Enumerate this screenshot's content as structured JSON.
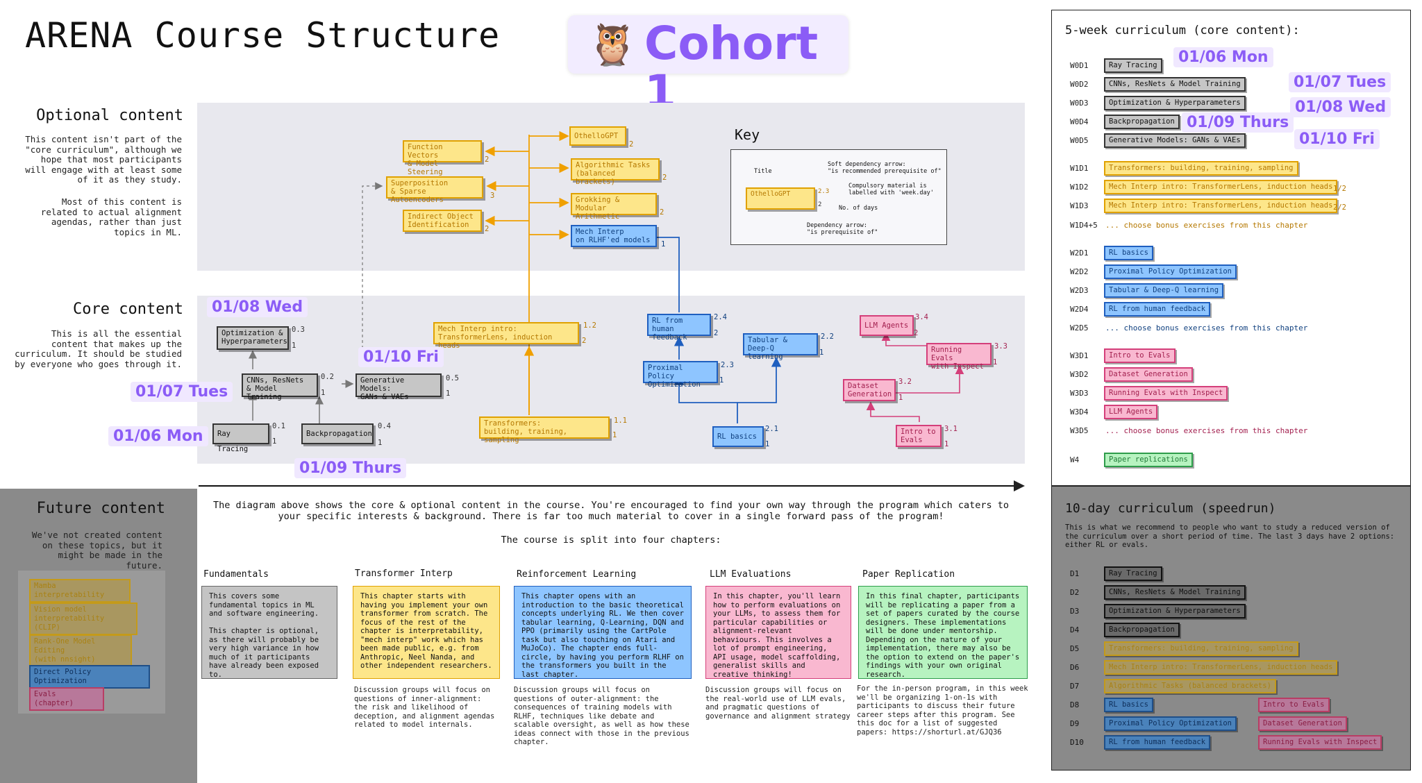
{
  "title": "ARENA Course Structure",
  "cohort": {
    "emoji": "🦉",
    "label": "Cohort 1"
  },
  "optional": {
    "heading": "Optional content",
    "text1": "This content isn't part of the \"core curriculum\", although we hope that most participants will engage with at least some of it as they study.",
    "text2": "Most of this content is related to actual alignment agendas, rather than just topics in ML."
  },
  "core": {
    "heading": "Core content",
    "text": "This is all the essential content that makes up the curriculum. It should be studied by everyone who goes through it."
  },
  "future": {
    "heading": "Future content",
    "text": "We've not created content on these topics, but it might be made in the future.",
    "items": [
      "Mamba interpretability",
      "Vision model\ninterpretability (CLIP)",
      "Rank-One Model Editing\n(with nnsight)",
      "Direct Policy Optimization",
      "Evals (chapter)"
    ]
  },
  "key": {
    "title": "Key",
    "soft_arrow": "Soft dependency arrow:\n\"is recommended prerequisite of\"",
    "title_label": "Title",
    "example_box": "OthelloGPT",
    "example_num": "2.3",
    "example_days": "2",
    "compulsory": "Compulsory material is\nlabelled with 'week.day'",
    "days": "No. of days",
    "dependency": "Dependency arrow:\n\"is prerequisite of\""
  },
  "nodes": {
    "opt_hp": {
      "label": "Optimization &\nHyperparameters",
      "num": "0.3",
      "days": "1"
    },
    "cnns": {
      "label": "CNNs, ResNets\n& Model Training",
      "num": "0.2",
      "days": "1"
    },
    "gen": {
      "label": "Generative Models:\nGANs & VAEs",
      "num": "0.5",
      "days": "1"
    },
    "ray": {
      "label": "Ray Tracing",
      "num": "0.1",
      "days": "1"
    },
    "backprop": {
      "label": "Backpropagation",
      "num": "0.4",
      "days": "1"
    },
    "fv": {
      "label": "Function Vectors\n& Model Steering",
      "days": "2"
    },
    "sae": {
      "label": "Superposition\n& Sparse Autoencoders",
      "days": "3"
    },
    "ioi": {
      "label": "Indirect Object\nIdentification",
      "days": "2"
    },
    "othello": {
      "label": "OthelloGPT",
      "days": "2"
    },
    "algo": {
      "label": "Algorithmic Tasks\n(balanced brackets)",
      "days": "2"
    },
    "grok": {
      "label": "Grokking &\nModular Arithmetic",
      "days": "2"
    },
    "mi_rlhf": {
      "label": "Mech Interp\non RLHF'ed models",
      "days": "1"
    },
    "mi_intro": {
      "label": "Mech Interp intro:\nTransformerLens, induction heads",
      "num": "1.2",
      "days": "2"
    },
    "transformers": {
      "label": "Transformers:\nbuilding, training, sampling",
      "num": "1.1",
      "days": "1"
    },
    "rlhf": {
      "label": "RL from human\nfeedback",
      "num": "2.4",
      "days": "2"
    },
    "ppo": {
      "label": "Proximal Policy\nOptimization",
      "num": "2.3",
      "days": "1"
    },
    "tab": {
      "label": "Tabular &\nDeep-Q learning",
      "num": "2.2",
      "days": "1"
    },
    "rlb": {
      "label": "RL basics",
      "num": "2.1",
      "days": "1"
    },
    "llm": {
      "label": "LLM Agents",
      "num": "3.4",
      "days": "2"
    },
    "rei": {
      "label": "Running Evals\nwith Inspect",
      "num": "3.3",
      "days": "1"
    },
    "dg": {
      "label": "Dataset\nGeneration",
      "num": "3.2",
      "days": "1"
    },
    "ite": {
      "label": "Intro to\nEvals",
      "num": "3.1",
      "days": "1"
    }
  },
  "diagram_dates": [
    "01/08 Wed",
    "01/10 Fri",
    "01/07 Tues",
    "01/06 Mon",
    "01/09 Thurs"
  ],
  "intro": {
    "line1": "The diagram above shows the core & optional content in the course. You're encouraged to find your own way through the program which caters to your specific interests & background. There is far too much material to cover in a single forward pass of the program!",
    "line2": "The course is split into four chapters:"
  },
  "chapters": [
    {
      "title": "Fundamentals",
      "text": "This covers some fundamental topics in ML and software engineering.\n\nThis chapter is optional, as there will probably be very high variance in how much of it participants have already been exposed to.",
      "foot": ""
    },
    {
      "title": "Transformer Interp",
      "text": "This chapter starts with having you implement your own transformer from scratch. The focus of the rest of the chapter is interpretability, &quot;mech interp&quot; work which has been made public, e.g. from Anthropic, Neel Nanda, and other independent researchers.",
      "foot": "Discussion groups will focus on questions of inner-alignment: the risk and likelihood of deception, and alignment agendas related to model internals."
    },
    {
      "title": "Reinforcement Learning",
      "text": "This chapter opens with an introduction to the basic theoretical concepts underlying RL. We then cover tabular learning, Q-Learning, DQN and PPO (primarily using the CartPole task but also touching on Atari and MuJoCo). The chapter ends full-circle, by having you perform RLHF on the transformers you built in the last chapter.",
      "foot": "Discussion groups will focus on questions of outer-alignment: the consequences of training models with RLHF, techniques like debate and scalable oversight, as well as how these ideas connect with those in the previous chapter."
    },
    {
      "title": "LLM Evaluations",
      "text": "In this chapter, you'll learn how to perform evaluations on your LLMs, to assess them for particular capabilities or alignment-relevant behaviours. This involves a lot of prompt engineering, API usage, model scaffolding, generalist skills and creative thinking!",
      "foot": "Discussion groups will focus on the real-world use of LLM evals, and pragmatic questions of governance and alignment strategy"
    },
    {
      "title": "Paper Replication",
      "text": "In this final chapter, participants will be replicating a paper from a set of papers curated by the course designers. These implementations will be done under mentorship. Depending on the nature of your implementation, there may also be the option to extend on the paper's findings with your own original research.",
      "foot": "For the in-person program, in this week we'll be organizing 1-on-1s with participants to discuss their future career steps after this program. See this doc for a list of suggested papers: https://shorturl.at/GJQ36"
    }
  ],
  "week5": {
    "title": "5-week curriculum (core content):",
    "rows": [
      {
        "id": "W0D1",
        "label": "Ray Tracing"
      },
      {
        "id": "W0D2",
        "label": "CNNs, ResNets & Model Training"
      },
      {
        "id": "W0D3",
        "label": "Optimization & Hyperparameters"
      },
      {
        "id": "W0D4",
        "label": "Backpropagation"
      },
      {
        "id": "W0D5",
        "label": "Generative Models: GANs & VAEs"
      },
      {
        "id": "W1D1",
        "label": "Transformers: building, training, sampling"
      },
      {
        "id": "W1D2",
        "label": "Mech Interp intro: TransformerLens, induction heads",
        "frac": "1/2"
      },
      {
        "id": "W1D3",
        "label": "Mech Interp intro: TransformerLens, induction heads",
        "frac": "2/2"
      },
      {
        "id": "W1D4+5",
        "label": "... choose bonus exercises from this chapter"
      },
      {
        "id": "W2D1",
        "label": "RL basics"
      },
      {
        "id": "W2D2",
        "label": "Proximal Policy Optimization"
      },
      {
        "id": "W2D3",
        "label": "Tabular & Deep-Q learning"
      },
      {
        "id": "W2D4",
        "label": "RL from human feedback"
      },
      {
        "id": "W2D5",
        "label": "... choose bonus exercises from this chapter"
      },
      {
        "id": "W3D1",
        "label": "Intro to Evals"
      },
      {
        "id": "W3D2",
        "label": "Dataset Generation"
      },
      {
        "id": "W3D3",
        "label": "Running Evals with Inspect"
      },
      {
        "id": "W3D4",
        "label": "LLM Agents"
      },
      {
        "id": "W3D5",
        "label": "... choose bonus exercises from this chapter"
      },
      {
        "id": "W4",
        "label": "Paper replications"
      }
    ],
    "dates": [
      "01/06 Mon",
      "01/07 Tues",
      "01/08 Wed",
      "01/09 Thurs",
      "01/10 Fri"
    ]
  },
  "speedrun": {
    "title": "10-day curriculum (speedrun)",
    "desc": "This is what we recommend to people who want to study a reduced version of the curriculum over a short period of time. The last 3 days have 2 options: either RL or evals.",
    "rows": [
      {
        "id": "D1",
        "label": "Ray Tracing"
      },
      {
        "id": "D2",
        "label": "CNNs, ResNets & Model Training"
      },
      {
        "id": "D3",
        "label": "Optimization & Hyperparameters"
      },
      {
        "id": "D4",
        "label": "Backpropagation"
      },
      {
        "id": "D5",
        "label": "Transformers: building, training, sampling"
      },
      {
        "id": "D6",
        "label": "Mech Interp intro: TransformerLens, induction heads"
      },
      {
        "id": "D7",
        "label": "Algorithmic Tasks (balanced brackets)"
      },
      {
        "id": "D8",
        "label": "RL basics",
        "alt": "Intro to Evals"
      },
      {
        "id": "D9",
        "label": "Proximal Policy Optimization",
        "alt": "Dataset Generation"
      },
      {
        "id": "D10",
        "label": "RL from human feedback",
        "alt": "Running Evals with Inspect"
      }
    ]
  }
}
